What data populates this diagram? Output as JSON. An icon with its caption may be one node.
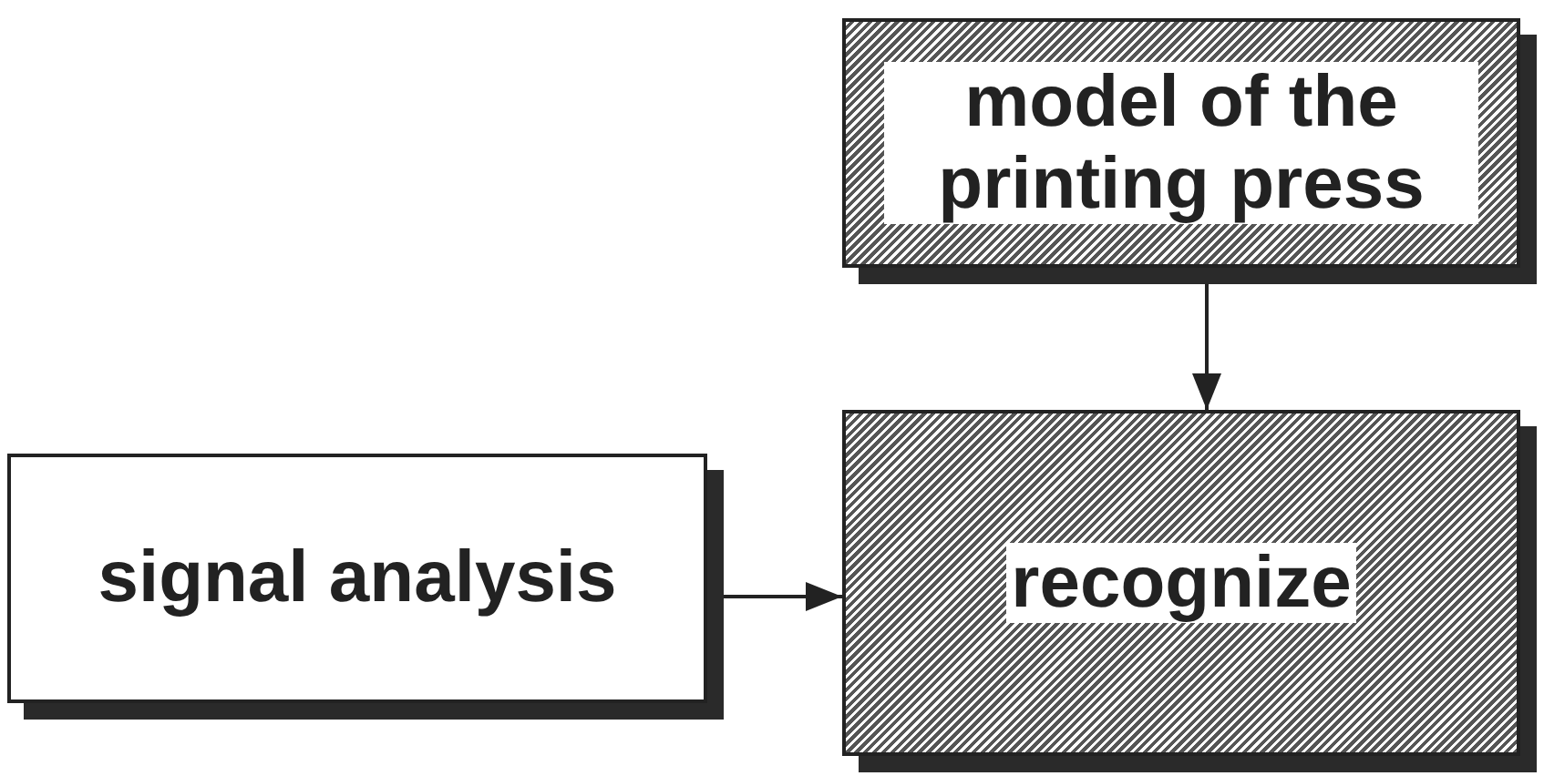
{
  "diagram": {
    "nodes": [
      {
        "text": [
          "model of the printing press"
        ]
      },
      {
        "text": [
          "signal analysis"
        ]
      },
      {
        "text": [
          "recognize"
        ]
      }
    ],
    "edges": [
      {
        "from": 0,
        "to": 2,
        "arrow": "to"
      },
      {
        "from": 1,
        "to": 2,
        "arrow": "to"
      }
    ]
  }
}
